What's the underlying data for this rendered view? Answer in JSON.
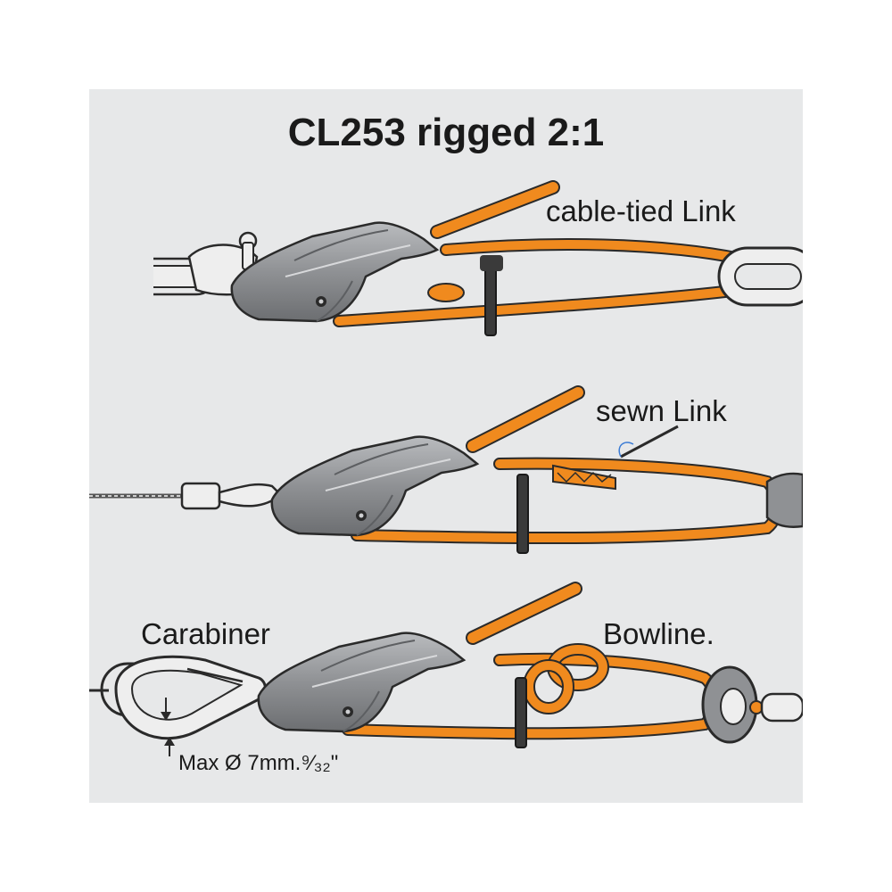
{
  "title": "CL253 rigged 2:1",
  "labels": {
    "cable_tied_link": "cable-tied Link",
    "sewn_link": "sewn Link",
    "carabiner": "Carabiner",
    "bowline": "Bowline.",
    "max_diameter": "Max Ø 7mm.⁹⁄₃₂\""
  },
  "colors": {
    "background": "#e7e8e9",
    "rope": "#f08a1e",
    "rope_dark": "#c46a10",
    "cleat": "#8f9194",
    "cleat_dark": "#5d5f62",
    "outline": "#2a2a2a",
    "metal": "#eeeeee"
  }
}
